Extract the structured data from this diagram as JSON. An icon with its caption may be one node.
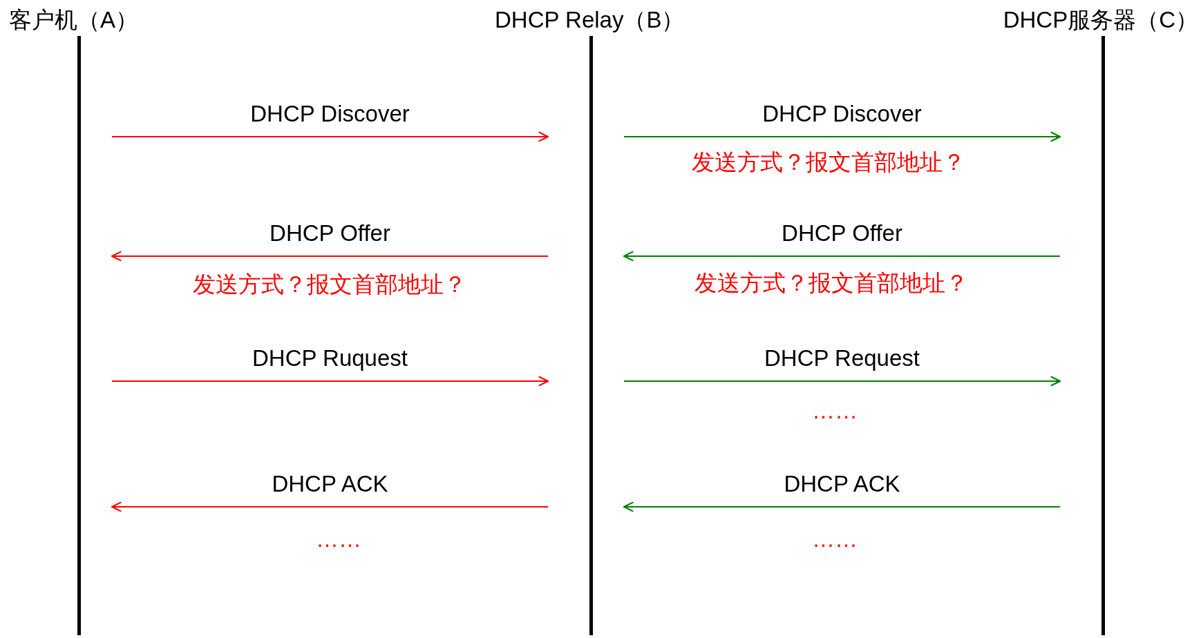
{
  "diagram": {
    "nodes": [
      {
        "text": [
          "客户机（A）"
        ]
      },
      {
        "text": [
          "DHCP Relay（B）"
        ]
      },
      {
        "text": [
          "DHCP服务器（C）"
        ]
      }
    ],
    "edges": [
      {
        "from": 0,
        "to": 1,
        "arrow": "to",
        "label": "DHCP Discover",
        "color": "#ff0000"
      },
      {
        "from": 1,
        "to": 2,
        "arrow": "to",
        "label": "DHCP Discover",
        "color": "#008000"
      },
      {
        "from": 1,
        "to": 0,
        "arrow": "to",
        "label": "DHCP Offer",
        "color": "#ff0000"
      },
      {
        "from": 2,
        "to": 1,
        "arrow": "to",
        "label": "DHCP Offer",
        "color": "#008000"
      },
      {
        "from": 0,
        "to": 1,
        "arrow": "to",
        "label": "DHCP Ruquest",
        "color": "#ff0000"
      },
      {
        "from": 1,
        "to": 2,
        "arrow": "to",
        "label": "DHCP Request",
        "color": "#008000"
      },
      {
        "from": 1,
        "to": 0,
        "arrow": "to",
        "label": "DHCP ACK",
        "color": "#ff0000"
      },
      {
        "from": 2,
        "to": 1,
        "arrow": "to",
        "label": "DHCP ACK",
        "color": "#008000"
      }
    ],
    "labels": [
      "发送方式？报文首部地址？",
      "发送方式？报文首部地址？",
      "发送方式？报文首部地址？",
      "……",
      "……",
      "……"
    ]
  }
}
